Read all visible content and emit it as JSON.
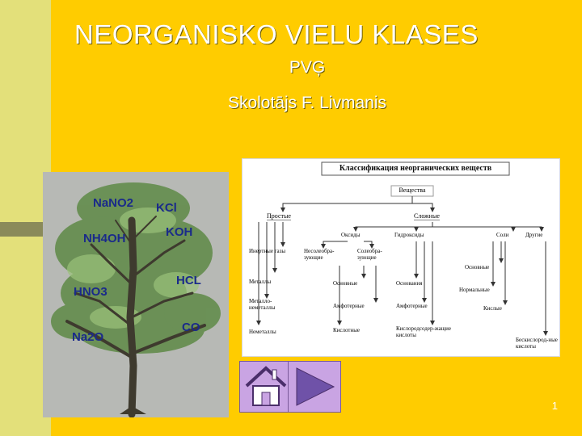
{
  "slide": {
    "title": "NEORGANISKO VIELU KLASES",
    "subtitle1": "PVĢ",
    "subtitle2": "Skolotājs F. Livmanis",
    "page_number": "1"
  },
  "tree_labels": [
    "NaNO2",
    "KCl",
    "NH4OH",
    "KOH",
    "HNO3",
    "HCL",
    "Na2O",
    "CO"
  ],
  "diagram": {
    "title": "Классификация неорганических веществ",
    "root": "Вещества",
    "simple": "Простые",
    "complex": "Сложные",
    "simple_children": [
      "Инертные газы",
      "Металлы",
      "Металло-неметаллы",
      "Неметаллы"
    ],
    "oxides": "Оксиды",
    "oxide_kinds": [
      "Несолеобра-зующие",
      "Солеобра-зующие"
    ],
    "oxide_children": [
      "Основные",
      "Амфотерные",
      "Кислотные"
    ],
    "hydroxides": "Гидроксиды",
    "hydroxide_children": [
      "Основания",
      "Амфотерные",
      "Кислородсодер-жащие кислоты"
    ],
    "salts": "Соли",
    "salt_children": [
      "Основные",
      "Нормальные",
      "Кислые"
    ],
    "others": "Другие",
    "other_children": [
      "Бескислород-ные кислоты"
    ]
  },
  "nav": {
    "home": "home-icon",
    "next": "play-icon"
  },
  "colors": {
    "background": "#FFCC00",
    "left_band": "#E3E07A",
    "text": "#FFFFFF",
    "button": "#C9A4E3",
    "button_icon": "#6F52A8"
  }
}
